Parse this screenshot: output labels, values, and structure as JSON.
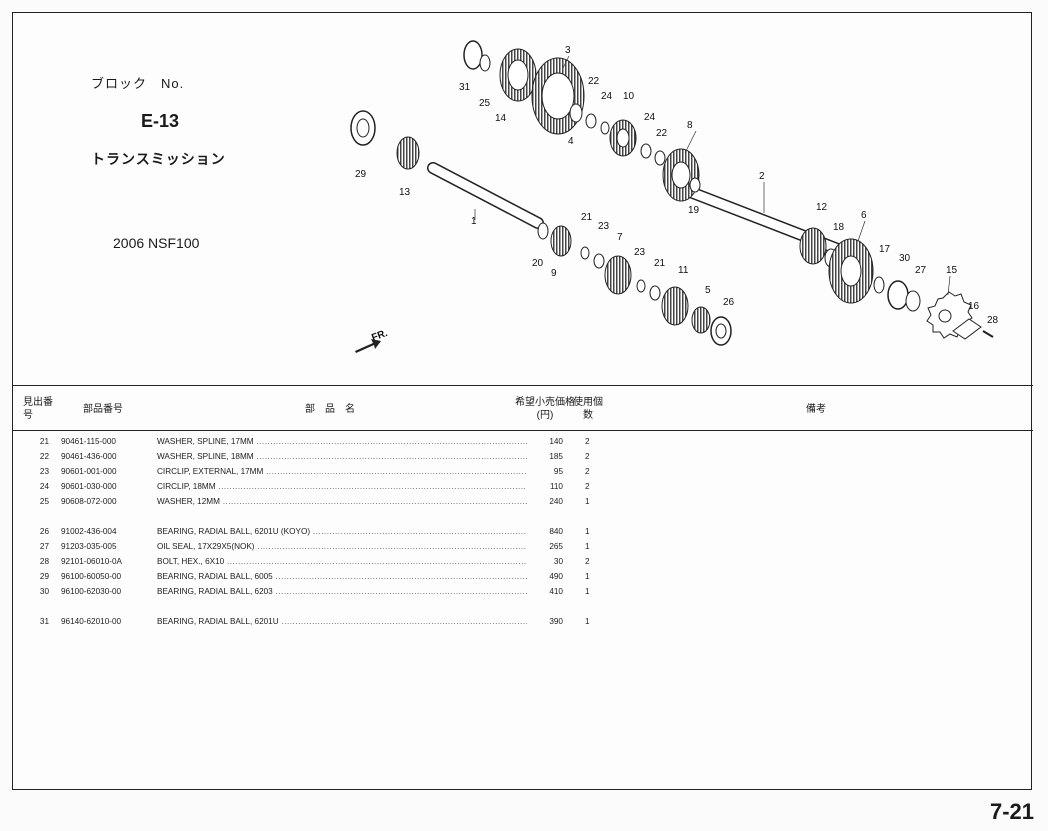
{
  "header": {
    "block_label": "ブロック　No.",
    "block_no": "E-13",
    "section_title": "トランスミッション",
    "model": "2006 NSF100"
  },
  "diagram": {
    "direction_label": "FR.",
    "callouts": [
      "1",
      "2",
      "3",
      "4",
      "5",
      "6",
      "7",
      "8",
      "9",
      "10",
      "11",
      "12",
      "13",
      "14",
      "15",
      "16",
      "17",
      "18",
      "19",
      "20",
      "21",
      "21",
      "22",
      "22",
      "23",
      "23",
      "24",
      "24",
      "25",
      "26",
      "27",
      "28",
      "29",
      "30",
      "31"
    ]
  },
  "table": {
    "headers": {
      "ref": "見出番号",
      "part_no": "部品番号",
      "name": "部品名",
      "price": "希望小売価格(円)",
      "qty": "使用個数",
      "note": "備考"
    },
    "rows": [
      {
        "ref": "21",
        "part_no": "90461-115-000",
        "name": "WASHER, SPLINE, 17MM",
        "price": "140",
        "qty": "2"
      },
      {
        "ref": "22",
        "part_no": "90461-436-000",
        "name": "WASHER, SPLINE, 18MM",
        "price": "185",
        "qty": "2"
      },
      {
        "ref": "23",
        "part_no": "90601-001-000",
        "name": "CIRCLIP, EXTERNAL, 17MM",
        "price": "95",
        "qty": "2"
      },
      {
        "ref": "24",
        "part_no": "90601-030-000",
        "name": "CIRCLIP, 18MM",
        "price": "110",
        "qty": "2"
      },
      {
        "ref": "25",
        "part_no": "90608-072-000",
        "name": "WASHER, 12MM",
        "price": "240",
        "qty": "1"
      },
      {
        "ref": "26",
        "part_no": "91002-436-004",
        "name": "BEARING, RADIAL BALL, 6201U (KOYO)",
        "price": "840",
        "qty": "1"
      },
      {
        "ref": "27",
        "part_no": "91203-035-005",
        "name": "OIL SEAL, 17X29X5(NOK)",
        "price": "265",
        "qty": "1"
      },
      {
        "ref": "28",
        "part_no": "92101-06010-0A",
        "name": "BOLT, HEX., 6X10",
        "price": "30",
        "qty": "2"
      },
      {
        "ref": "29",
        "part_no": "96100-60050-00",
        "name": "BEARING, RADIAL BALL, 6005",
        "price": "490",
        "qty": "1"
      },
      {
        "ref": "30",
        "part_no": "96100-62030-00",
        "name": "BEARING, RADIAL BALL, 6203",
        "price": "410",
        "qty": "1"
      },
      {
        "ref": "31",
        "part_no": "96140-62010-00",
        "name": "BEARING, RADIAL BALL, 6201U",
        "price": "390",
        "qty": "1"
      }
    ]
  },
  "page_number": "7-21"
}
